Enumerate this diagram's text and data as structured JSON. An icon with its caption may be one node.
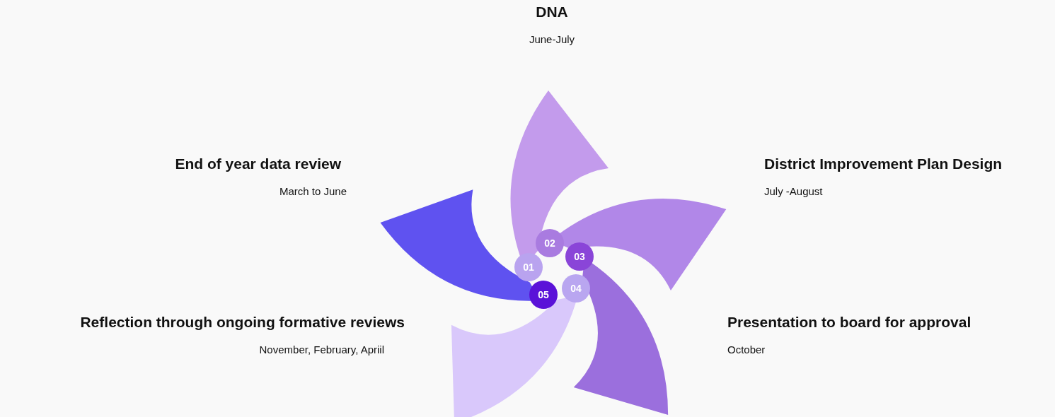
{
  "diagram": {
    "nodes": [
      {
        "text": [
          "End of year data review"
        ],
        "beside": [
          "March to June"
        ]
      },
      {
        "text": [
          "DNA"
        ],
        "beside": [
          "June-July"
        ]
      },
      {
        "text": [
          "District Improvement Plan Design"
        ],
        "beside": [
          "July -August"
        ]
      },
      {
        "text": [
          "Presentation to board for approval"
        ],
        "beside": [
          "October"
        ]
      },
      {
        "text": [
          "Reflection through ongoing formative reviews"
        ],
        "beside": [
          "November, February, Apriil"
        ]
      },
      {
        "text": [
          "01"
        ]
      },
      {
        "text": [
          "02"
        ]
      },
      {
        "text": [
          "03"
        ]
      },
      {
        "text": [
          "04"
        ]
      },
      {
        "text": [
          "05"
        ]
      }
    ]
  }
}
